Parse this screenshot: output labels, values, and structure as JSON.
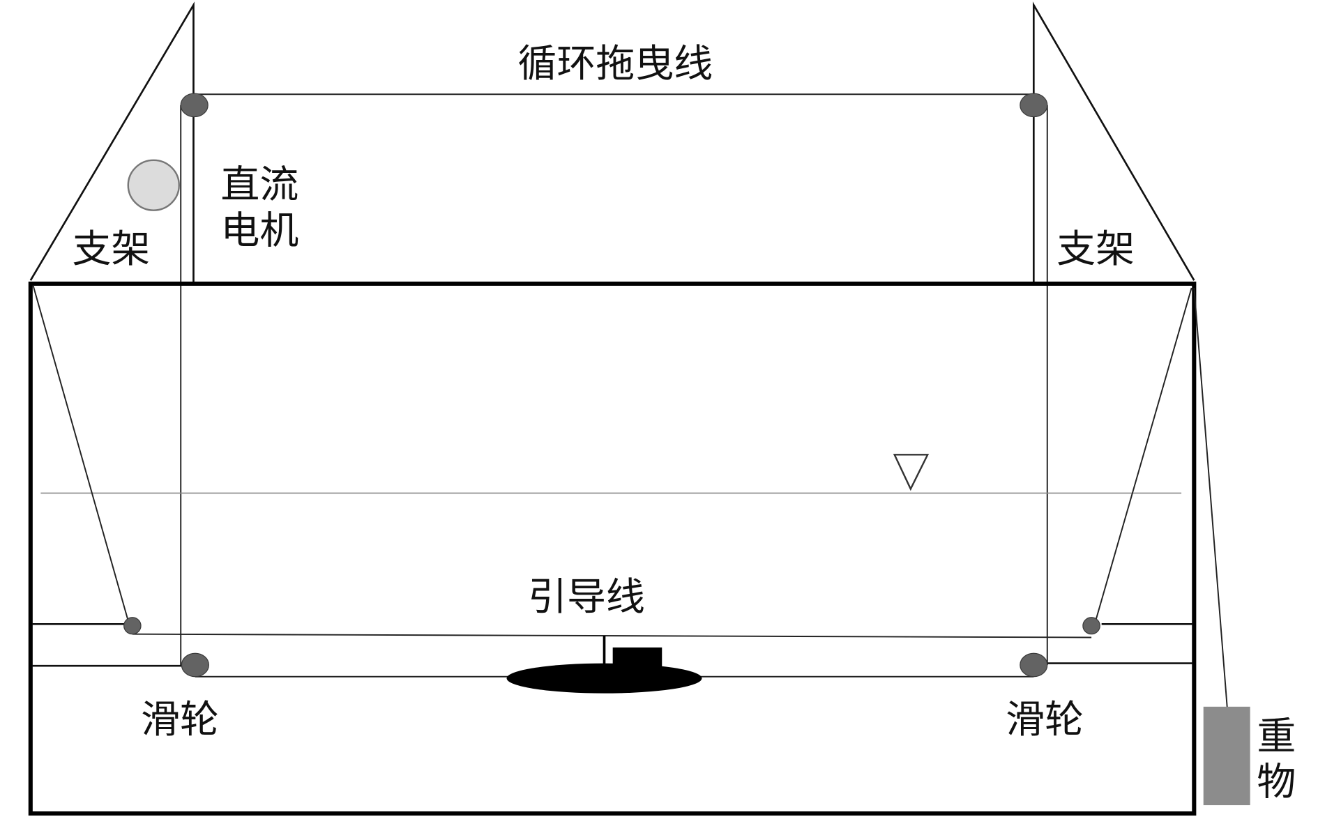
{
  "labels": {
    "towing_line": "循环拖曳线",
    "dc_motor": [
      "直流",
      "电机"
    ],
    "support_left": "支架",
    "support_right": "支架",
    "guide_line": "引导线",
    "pulley_left": "滑轮",
    "pulley_right": "滑轮",
    "weight": [
      "重",
      "物"
    ]
  },
  "colors": {
    "pulley": "#636363",
    "motor": "#dcdcdc",
    "weight": "#8c8c8c",
    "model": "#000000"
  }
}
